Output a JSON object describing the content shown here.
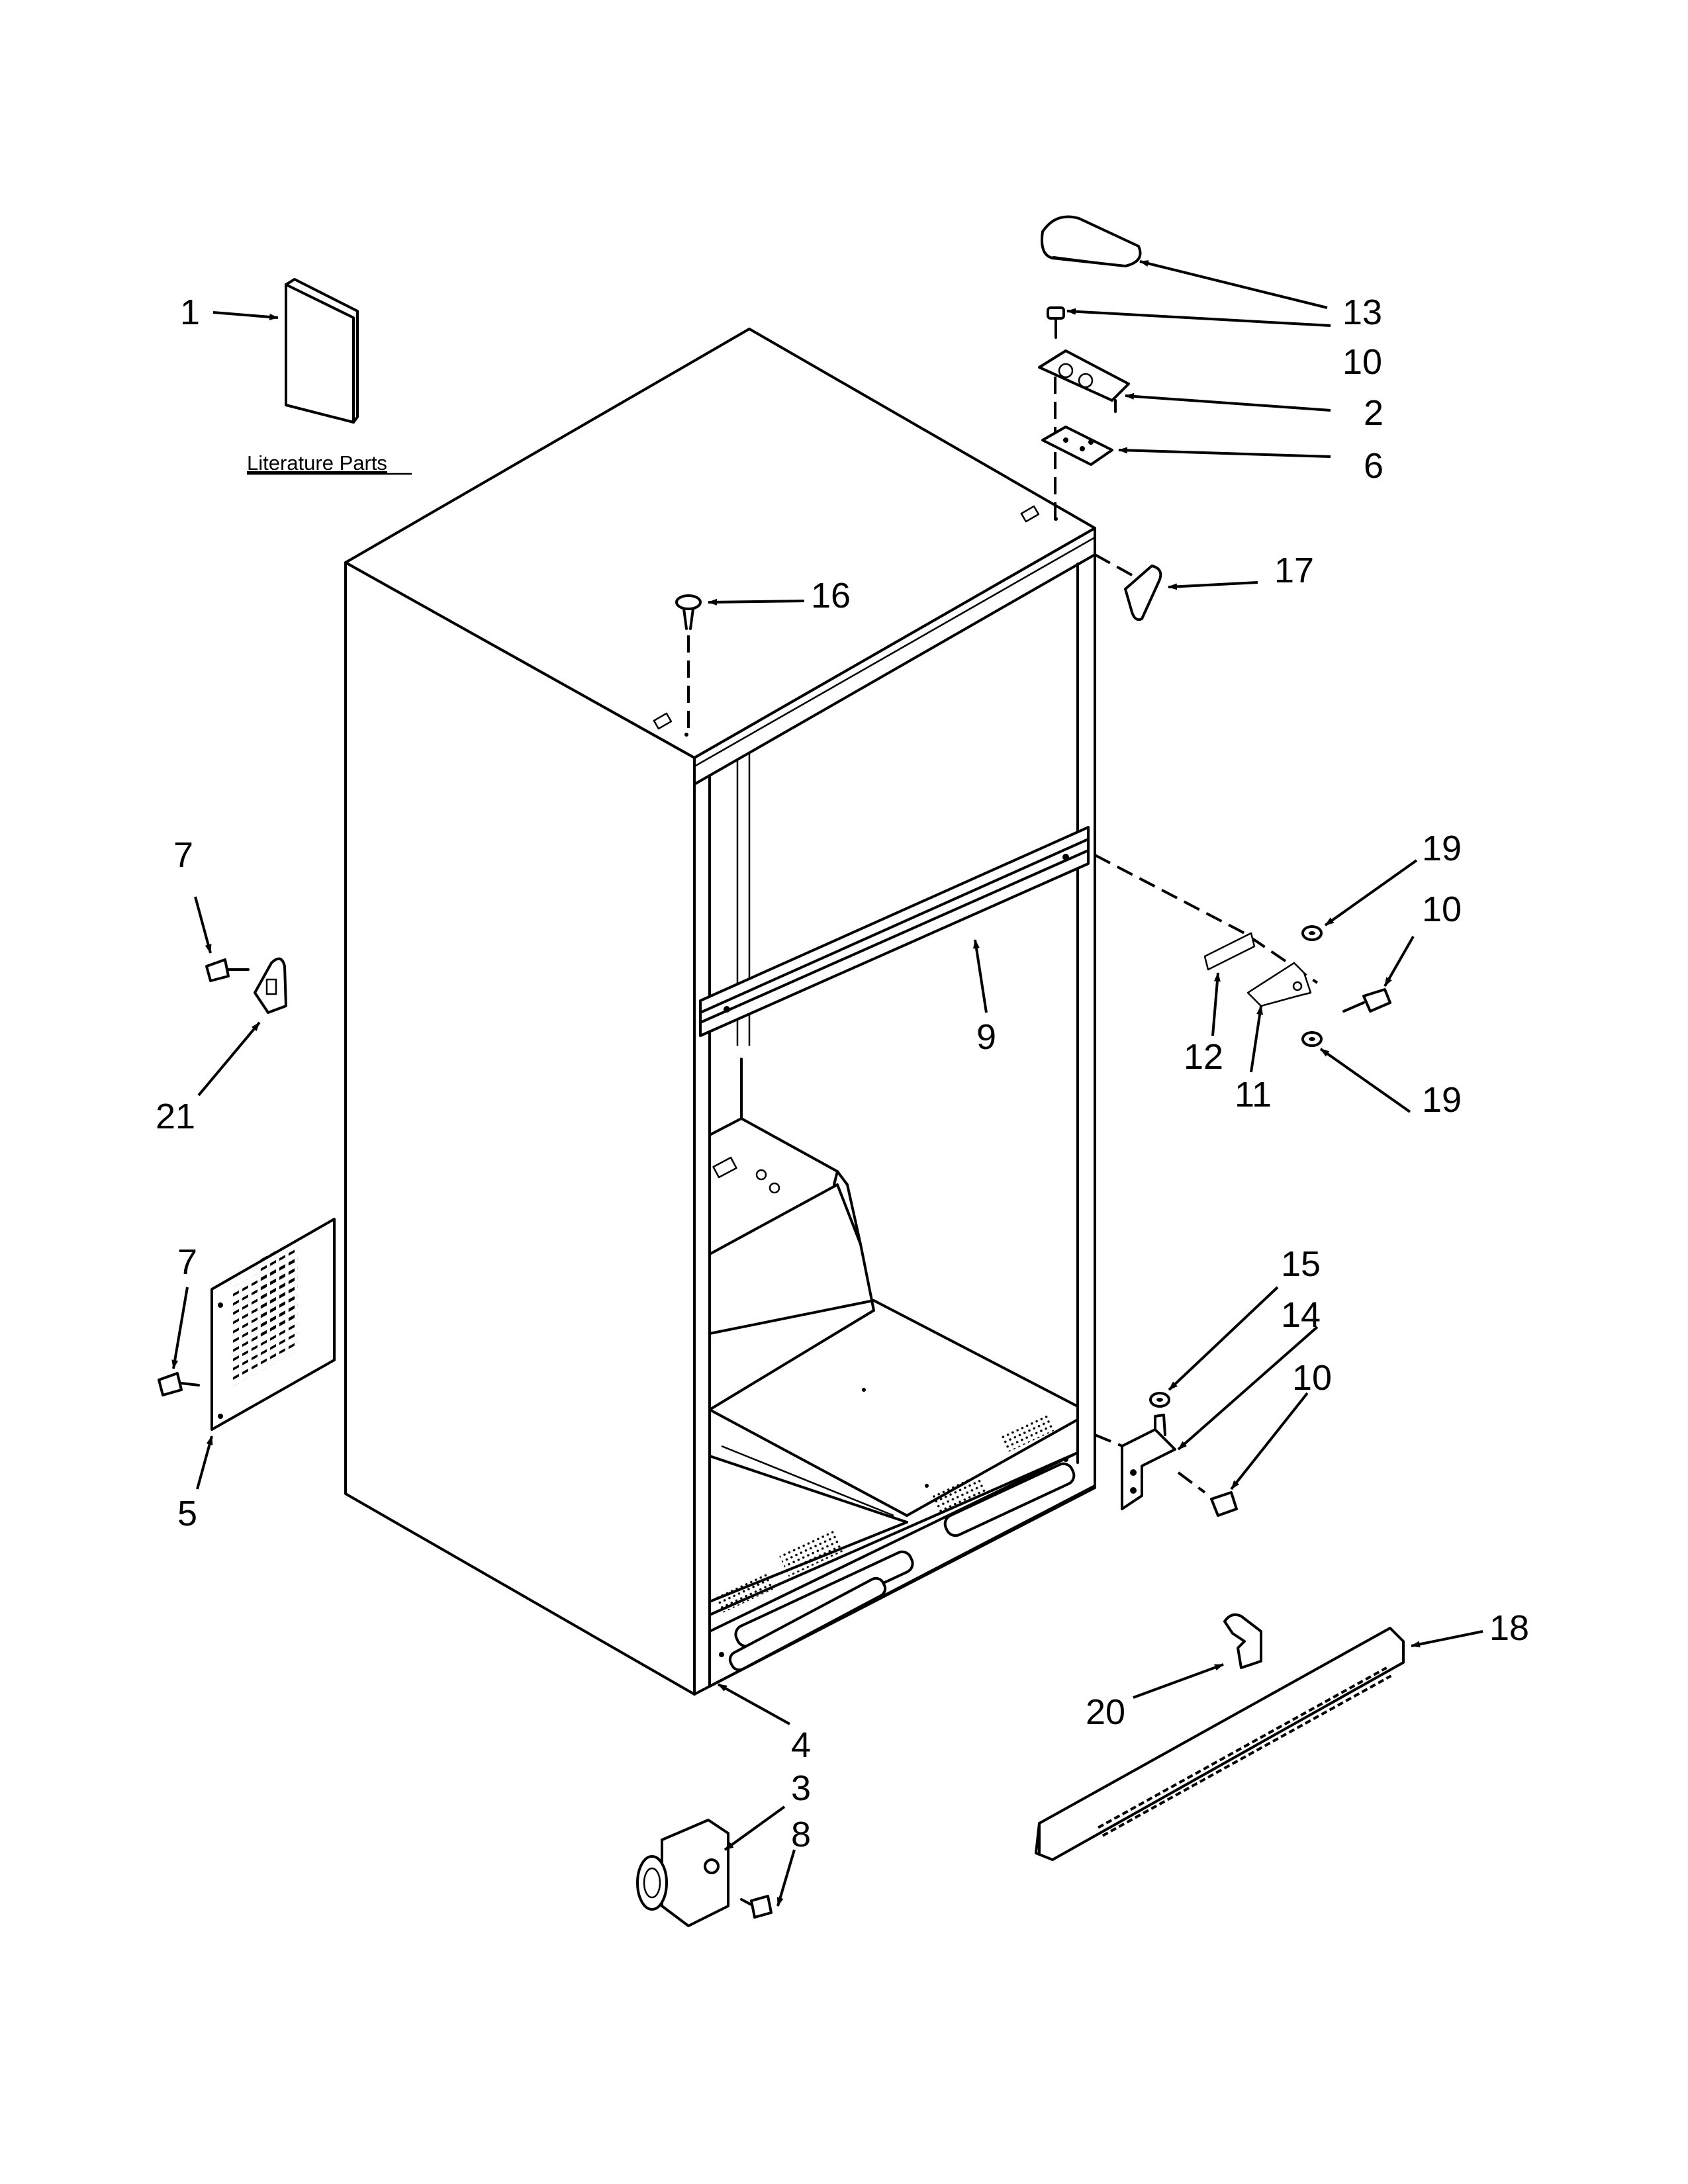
{
  "literature_label": "Literature Parts",
  "callouts": {
    "c1": "1",
    "c2": "2",
    "c3": "3",
    "c4": "4",
    "c5": "5",
    "c6": "6",
    "c7a": "7",
    "c7b": "7",
    "c8": "8",
    "c9": "9",
    "c10a": "10",
    "c10b": "10",
    "c10c": "10",
    "c11": "11",
    "c12": "12",
    "c13": "13",
    "c14": "14",
    "c15": "15",
    "c16": "16",
    "c17": "17",
    "c18": "18",
    "c19a": "19",
    "c19b": "19",
    "c20": "20",
    "c21": "21"
  }
}
